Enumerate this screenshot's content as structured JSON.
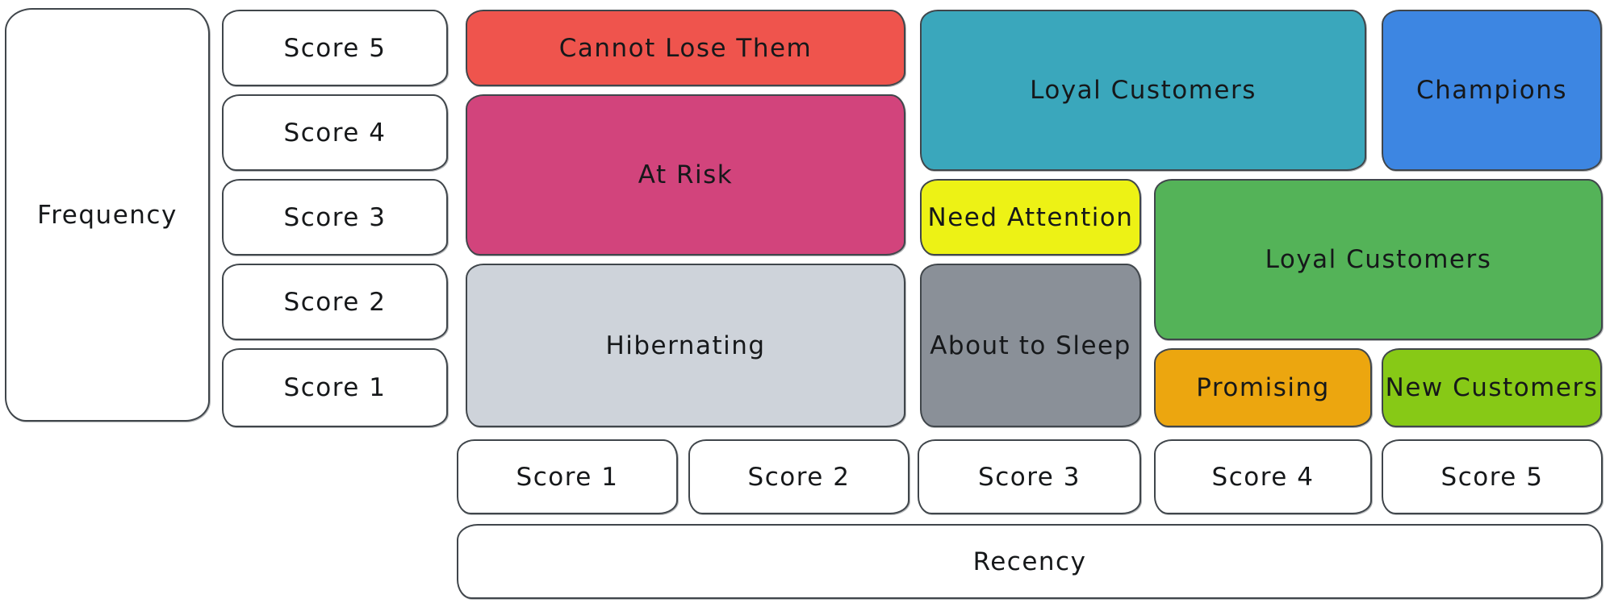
{
  "axes": {
    "frequency": {
      "label": "Frequency",
      "scores": [
        "Score 5",
        "Score 4",
        "Score 3",
        "Score 2",
        "Score 1"
      ]
    },
    "recency": {
      "label": "Recency",
      "scores": [
        "Score 1",
        "Score 2",
        "Score 3",
        "Score 4",
        "Score 5"
      ]
    }
  },
  "segments": {
    "cannot_lose_them": {
      "label": "Cannot Lose Them",
      "color": "#ef544d",
      "recency": "1-2",
      "frequency": "5"
    },
    "at_risk": {
      "label": "At Risk",
      "color": "#d2447c",
      "recency": "1-2",
      "frequency": "3-4"
    },
    "hibernating": {
      "label": "Hibernating",
      "color": "#ced3da",
      "recency": "1-2",
      "frequency": "1-2"
    },
    "loyal_customers_upper": {
      "label": "Loyal Customers",
      "color": "#3aa7bc",
      "recency": "3-4",
      "frequency": "4-5"
    },
    "champions": {
      "label": "Champions",
      "color": "#3d86e2",
      "recency": "5",
      "frequency": "4-5"
    },
    "need_attention": {
      "label": "Need Attention",
      "color": "#edf215",
      "recency": "3",
      "frequency": "3"
    },
    "loyal_customers_mid": {
      "label": "Loyal Customers",
      "color": "#54b358",
      "recency": "4-5",
      "frequency": "2-3"
    },
    "about_to_sleep": {
      "label": "About to Sleep",
      "color": "#8a9098",
      "recency": "3",
      "frequency": "1-2"
    },
    "promising": {
      "label": "Promising",
      "color": "#eca60f",
      "recency": "4",
      "frequency": "1"
    },
    "new_customers": {
      "label": "New Customers",
      "color": "#87c916",
      "recency": "5",
      "frequency": "1"
    }
  }
}
